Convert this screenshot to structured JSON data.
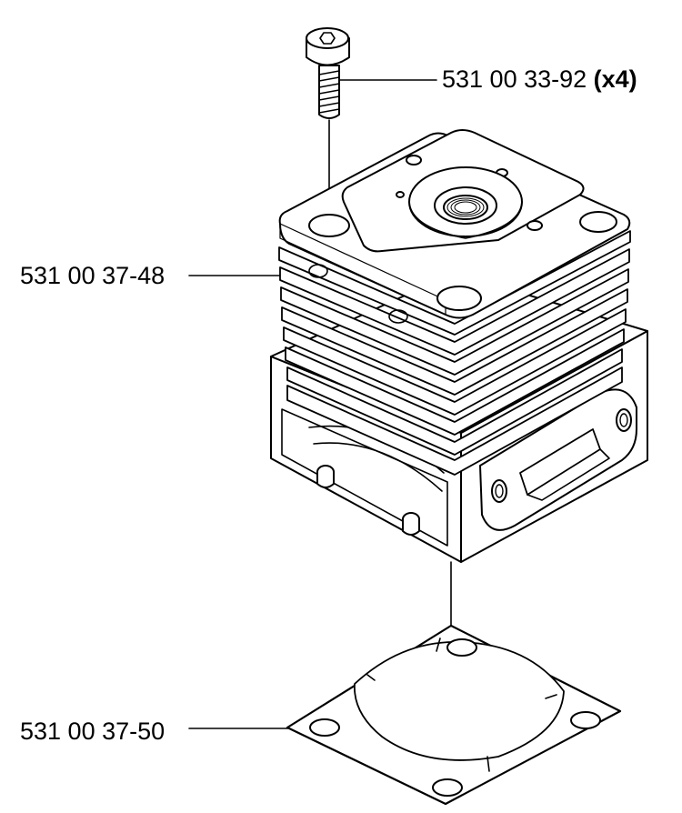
{
  "parts": {
    "screw": {
      "part_number": "531 00 33-92",
      "qty": "(x4)"
    },
    "cylinder": {
      "part_number": "531 00 37-48"
    },
    "gasket": {
      "part_number": "531 00 37-50"
    }
  }
}
